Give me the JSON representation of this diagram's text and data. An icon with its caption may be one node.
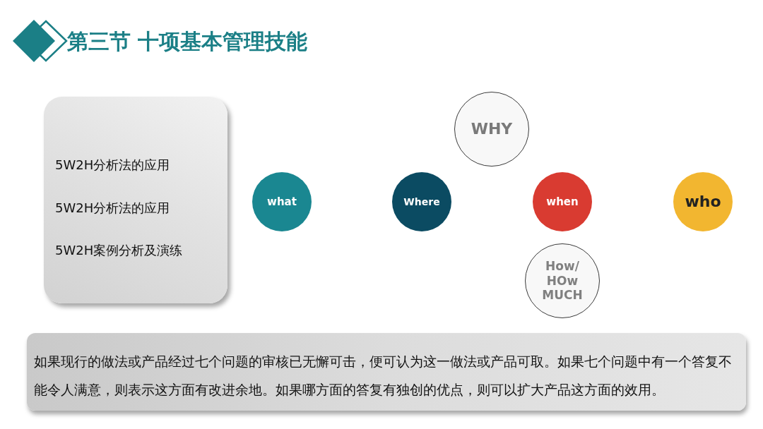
{
  "diagram": {
    "title": "第三节 十项基本管理技能",
    "nodes": [
      {
        "text": [
          "5W2H分析法的应用",
          "5W2H分析法的应用",
          "5W2H案例分析及演练"
        ]
      },
      {
        "text": [
          "WHY"
        ]
      },
      {
        "text": [
          "what"
        ]
      },
      {
        "text": [
          "Where"
        ]
      },
      {
        "text": [
          "when"
        ]
      },
      {
        "text": [
          "who"
        ]
      },
      {
        "text": [
          "How/ HOw MUCH"
        ]
      },
      {
        "text": [
          "如果现行的做法或产品经过七个问题的审核已无懈可击，便可认为这一做法或产品可取。如果七个问题中有一个答复不能令人满意，则表示这方面有改进余地。如果哪方面的答复有独创的优点，则可以扩大产品这方面的效用。"
        ]
      }
    ]
  }
}
